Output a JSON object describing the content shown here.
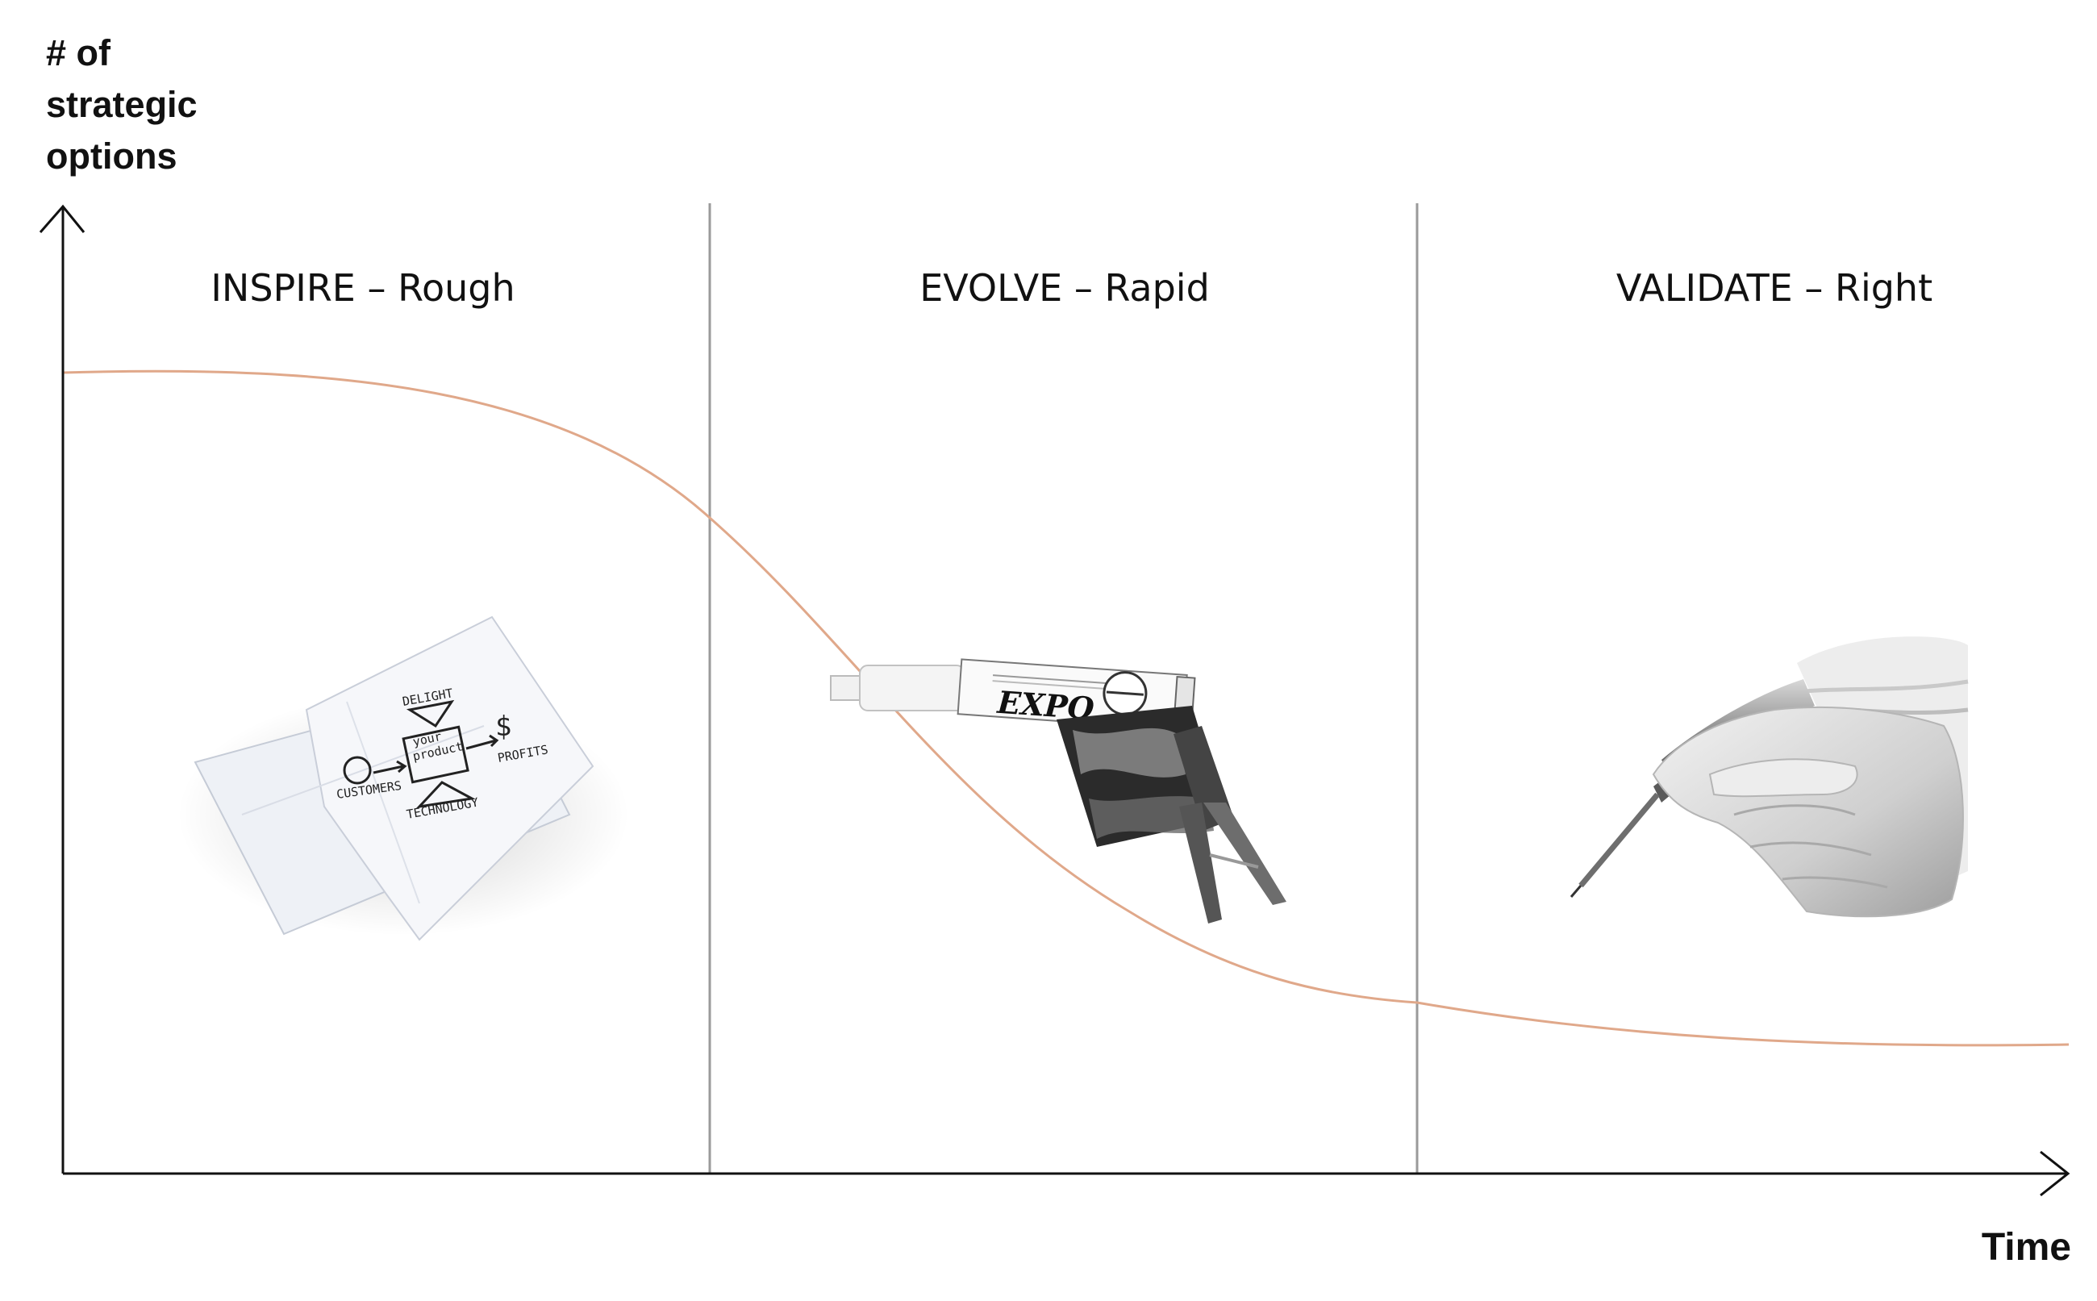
{
  "axes": {
    "y_title": [
      "# of",
      "strategic",
      "options"
    ],
    "x_title": "Time"
  },
  "phases": [
    {
      "label": "INSPIRE – Rough"
    },
    {
      "label": "EVOLVE – Rapid"
    },
    {
      "label": "VALIDATE – Right"
    }
  ],
  "illustrations": {
    "napkin": {
      "words": [
        "DELIGHT",
        "your",
        "product",
        "$",
        "PROFITS",
        "CUSTOMERS",
        "TECHNOLOGY"
      ]
    },
    "marker_gun": {
      "brand": "EXPO"
    },
    "hand_tool": {}
  },
  "colors": {
    "curve": "#e0a88a",
    "axis": "#111111",
    "divider": "#9a9a9a"
  }
}
